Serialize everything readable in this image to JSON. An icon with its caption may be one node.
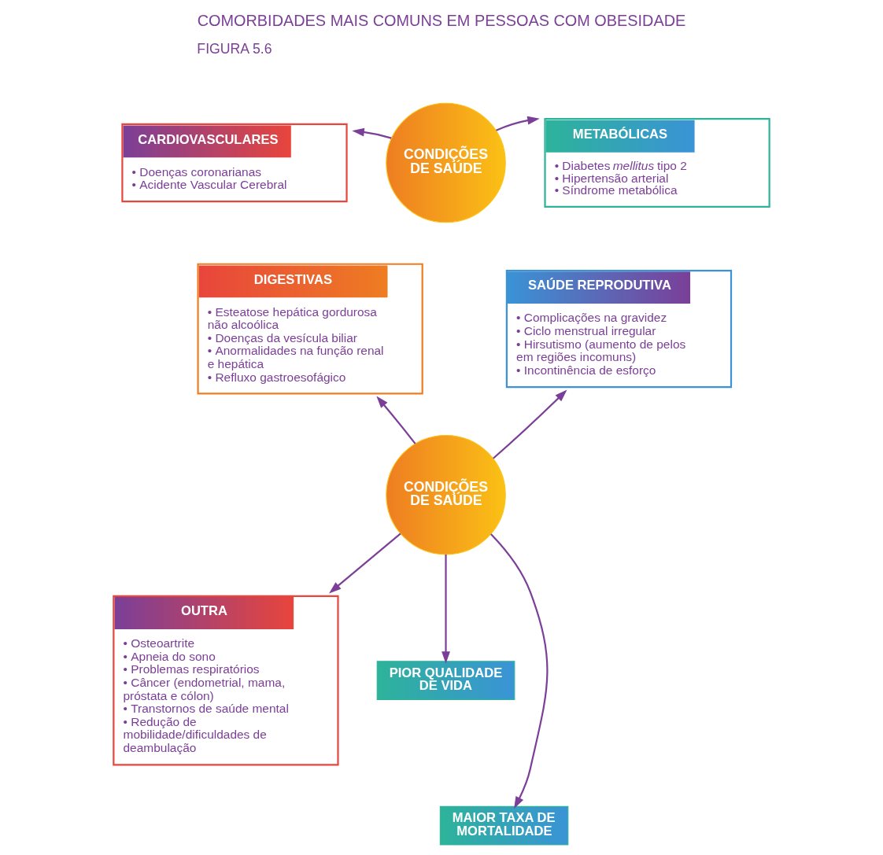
{
  "diagram": {
    "title": "COMORBIDADES MAIS COMUNS EM PESSOAS COM OBESIDADE",
    "nodes": [
      {
        "text": [
          "CARDIOVASCULARES",
          "• Doenças coronarianas",
          "• Acidente Vascular Cerebral"
        ]
      },
      {
        "text": [
          "CONDIÇÕES DE SAÚDE"
        ]
      },
      {
        "text": [
          "METABÓLICAS",
          "• Diabetes *mellitus* tipo 2",
          "• Hipertensão arterial",
          "• Síndrome metabólica"
        ]
      },
      {
        "text": [
          "DIGESTIVAS",
          "• Esteatose hepática gordurosa não alcoólica",
          "• Doenças da vesícula biliar",
          "• Anormalidades na função renal e hepática",
          "• Refluxo gastroesofágico"
        ]
      },
      {
        "text": [
          "SAÚDE REPRODUTIVA",
          "• Complicações na gravidez",
          "• Ciclo menstrual irregular",
          "• Hirsutismo (aumento de pelos em regiões incomuns)",
          "• Incontinência de esforço"
        ]
      },
      {
        "text": [
          "CONDIÇÕES DE SAÚDE"
        ]
      },
      {
        "text": [
          "PIOR QUALIDADE DE VIDA"
        ]
      },
      {
        "text": [
          "OUTRA",
          "• Osteoartrite",
          "• Apneia do sono",
          "• Problemas respiratórios",
          "• Câncer (endometrial, mama, próstata e cólon)",
          "• Transtornos de saúde mental",
          "• Redução de mobilidade/dificuldades de deambulação"
        ]
      },
      {
        "text": [
          "MAIOR TAXA DE MORTALIDADE"
        ]
      }
    ],
    "edges": [
      {
        "from": 1,
        "to": 0,
        "arrow": "to"
      },
      {
        "from": 1,
        "to": 2,
        "arrow": "to"
      },
      {
        "from": 5,
        "to": 3,
        "arrow": "to"
      },
      {
        "from": 5,
        "to": 4,
        "arrow": "to"
      },
      {
        "from": 5,
        "to": 7,
        "arrow": "to"
      },
      {
        "from": 5,
        "to": 6,
        "arrow": "to"
      },
      {
        "from": 5,
        "to": 8,
        "arrow": "to"
      }
    ],
    "labels": [
      "FIGURA 5.6"
    ]
  }
}
